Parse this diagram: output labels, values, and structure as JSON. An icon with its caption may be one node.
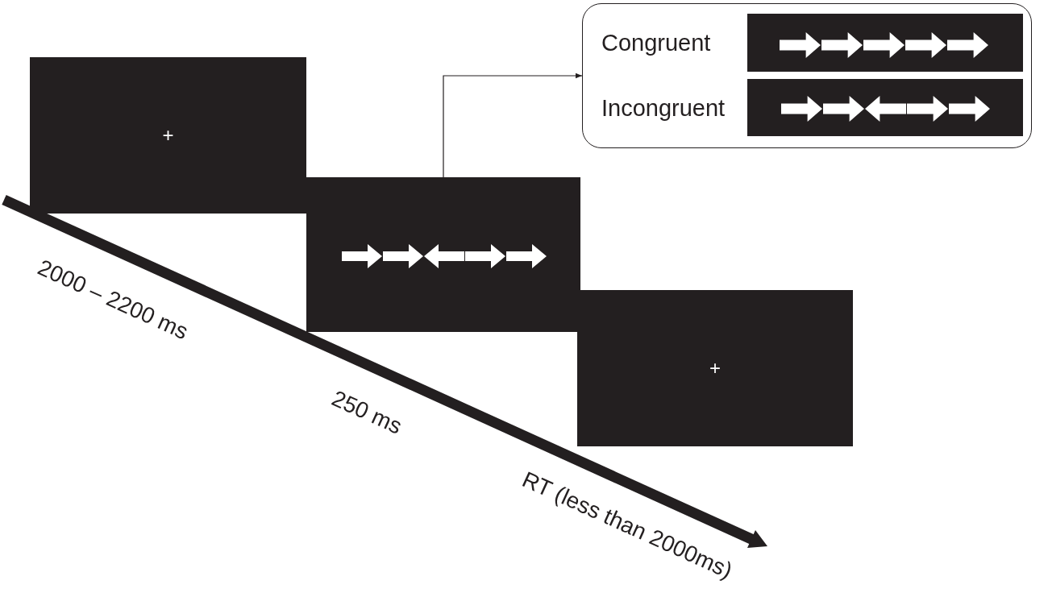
{
  "diagram": {
    "nodes": [
      {
        "text": [
          "+"
        ],
        "beside": [
          "2000 – 2200 ms"
        ]
      },
      {
        "text": [],
        "shape": "box",
        "beside": [
          "250 ms"
        ]
      },
      {
        "text": [
          "+"
        ],
        "beside": [
          "RT (less than 2000ms)"
        ]
      },
      {
        "text": [],
        "shape": "box"
      },
      {
        "text": [
          "Congruent"
        ],
        "in": 3
      },
      {
        "text": [
          "Incongruent"
        ],
        "in": 3
      }
    ],
    "edges": [
      {
        "from": 1,
        "to": 3,
        "arrow": "to"
      }
    ]
  }
}
